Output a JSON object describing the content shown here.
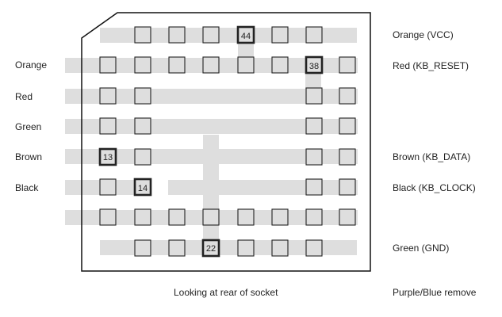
{
  "left_labels": [
    {
      "key": "orange",
      "text": "Orange"
    },
    {
      "key": "red",
      "text": "Red"
    },
    {
      "key": "green",
      "text": "Green"
    },
    {
      "key": "brown",
      "text": "Brown"
    },
    {
      "key": "black",
      "text": "Black"
    }
  ],
  "right_labels": [
    {
      "key": "orange-vcc",
      "text": "Orange (VCC)"
    },
    {
      "key": "red-kb-reset",
      "text": "Red (KB_RESET)"
    },
    {
      "key": "brown-kb-data",
      "text": "Brown (KB_DATA)"
    },
    {
      "key": "black-kb-clock",
      "text": "Black (KB_CLOCK)"
    },
    {
      "key": "green-gnd",
      "text": "Green (GND)"
    }
  ],
  "footer": {
    "caption": "Looking at rear of socket",
    "note": "Purple/Blue remove"
  },
  "pin_numbers": {
    "vcc": "44",
    "reset": "38",
    "data": "13",
    "clock": "14",
    "gnd": "22"
  },
  "colors": {
    "trace": "#dedede",
    "pin_border": "#222222",
    "outline": "#111111"
  }
}
